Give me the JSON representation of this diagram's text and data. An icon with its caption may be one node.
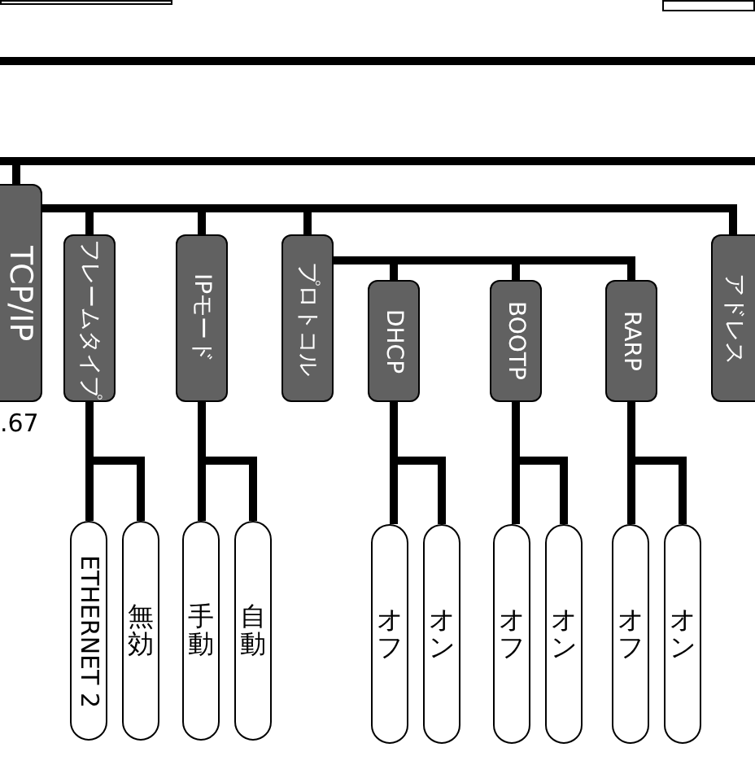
{
  "diagram": {
    "nodes": [
      {
        "text": [],
        "shape": "box"
      },
      {
        "text": [],
        "shape": "box"
      },
      {
        "text": [
          "TCP/IP"
        ],
        "beside": [
          ".67"
        ]
      },
      {
        "text": [
          "フレームタイプ"
        ]
      },
      {
        "text": [
          "IPモード"
        ]
      },
      {
        "text": [
          "プロトコル"
        ]
      },
      {
        "text": [
          "DHCP"
        ]
      },
      {
        "text": [
          "BOOTP"
        ]
      },
      {
        "text": [
          "RARP"
        ]
      },
      {
        "text": [
          "アドレス"
        ]
      },
      {
        "text": [
          "ETHERNET 2"
        ]
      },
      {
        "text": [
          "無効"
        ]
      },
      {
        "text": [
          "手動"
        ]
      },
      {
        "text": [
          "自動"
        ]
      },
      {
        "text": [
          "オフ"
        ]
      },
      {
        "text": [
          "オン"
        ]
      },
      {
        "text": [
          "オフ"
        ]
      },
      {
        "text": [
          "オン"
        ]
      },
      {
        "text": [
          "オフ"
        ]
      },
      {
        "text": [
          "オン"
        ]
      }
    ],
    "edges": [
      {
        "from": null,
        "to": 2,
        "arrow": "none"
      },
      {
        "from": 2,
        "to": 3,
        "arrow": "none"
      },
      {
        "from": 2,
        "to": 4,
        "arrow": "none"
      },
      {
        "from": 2,
        "to": 5,
        "arrow": "none"
      },
      {
        "from": 2,
        "to": 9,
        "arrow": "none"
      },
      {
        "from": 5,
        "to": 6,
        "arrow": "none"
      },
      {
        "from": 5,
        "to": 7,
        "arrow": "none"
      },
      {
        "from": 5,
        "to": 8,
        "arrow": "none"
      },
      {
        "from": 3,
        "to": 10,
        "arrow": "none"
      },
      {
        "from": 3,
        "to": 11,
        "arrow": "none"
      },
      {
        "from": 4,
        "to": 12,
        "arrow": "none"
      },
      {
        "from": 4,
        "to": 13,
        "arrow": "none"
      },
      {
        "from": 6,
        "to": 14,
        "arrow": "none"
      },
      {
        "from": 6,
        "to": 15,
        "arrow": "none"
      },
      {
        "from": 7,
        "to": 16,
        "arrow": "none"
      },
      {
        "from": 7,
        "to": 17,
        "arrow": "none"
      },
      {
        "from": 8,
        "to": 18,
        "arrow": "none"
      },
      {
        "from": 8,
        "to": 19,
        "arrow": "none"
      }
    ]
  }
}
